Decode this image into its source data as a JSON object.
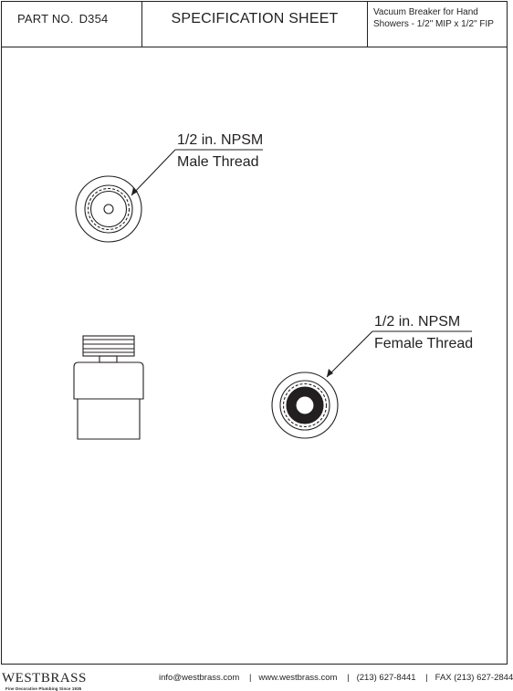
{
  "header": {
    "part_label": "PART NO.",
    "part_number": "D354",
    "title": "SPECIFICATION SHEET",
    "description_line1": "Vacuum Breaker for Hand",
    "description_line2": "Showers - 1/2\" MIP x 1/2\" FIP"
  },
  "callouts": {
    "male": {
      "size": "1/2 in. NPSM",
      "thread": "Male Thread"
    },
    "female": {
      "size": "1/2 in. NPSM",
      "thread": "Female Thread"
    }
  },
  "footer": {
    "brand": "WESTBRASS",
    "tagline": "Fine Decorative Plumbing Since 1935",
    "email": "info@westbrass.com",
    "website": "www.westbrass.com",
    "phone": "(213) 627-8441",
    "fax": "FAX (213) 627-2844",
    "separator": "|"
  },
  "colors": {
    "line": "#231f20",
    "background": "#ffffff"
  }
}
